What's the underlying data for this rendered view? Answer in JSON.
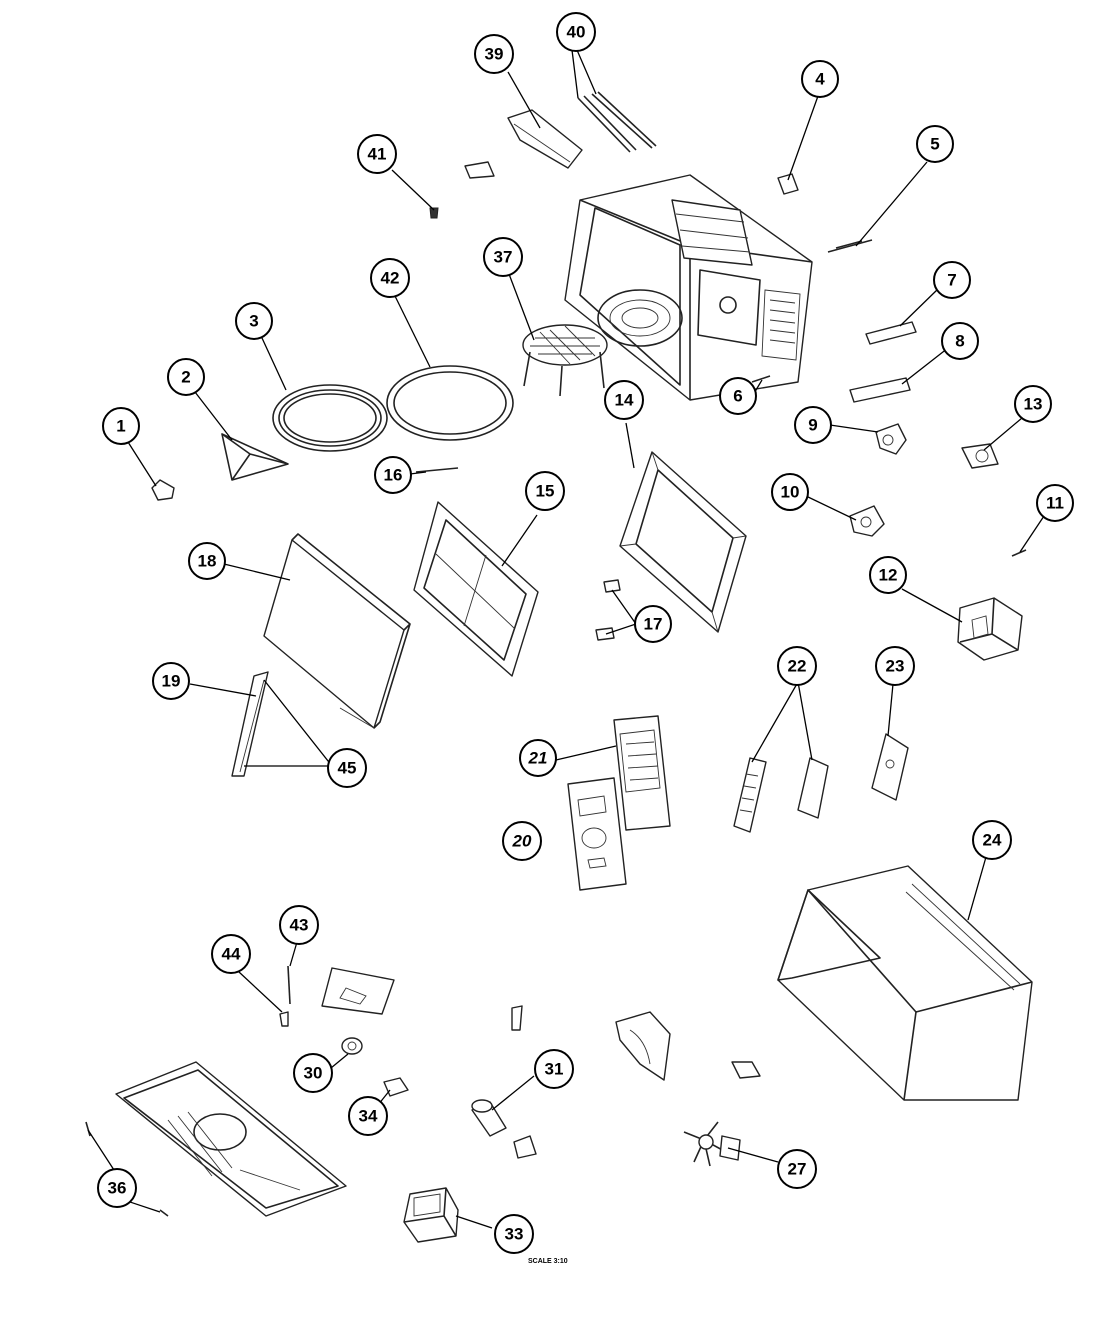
{
  "callouts": [
    "1",
    "2",
    "3",
    "4",
    "5",
    "6",
    "7",
    "8",
    "9",
    "10",
    "11",
    "12",
    "13",
    "14",
    "15",
    "16",
    "17",
    "18",
    "19",
    "20",
    "21",
    "22",
    "23",
    "24",
    "27",
    "30",
    "31",
    "33",
    "34",
    "36",
    "37",
    "39",
    "40",
    "41",
    "42",
    "43",
    "44",
    "45"
  ],
  "scale_note": "SCALE 3:10"
}
